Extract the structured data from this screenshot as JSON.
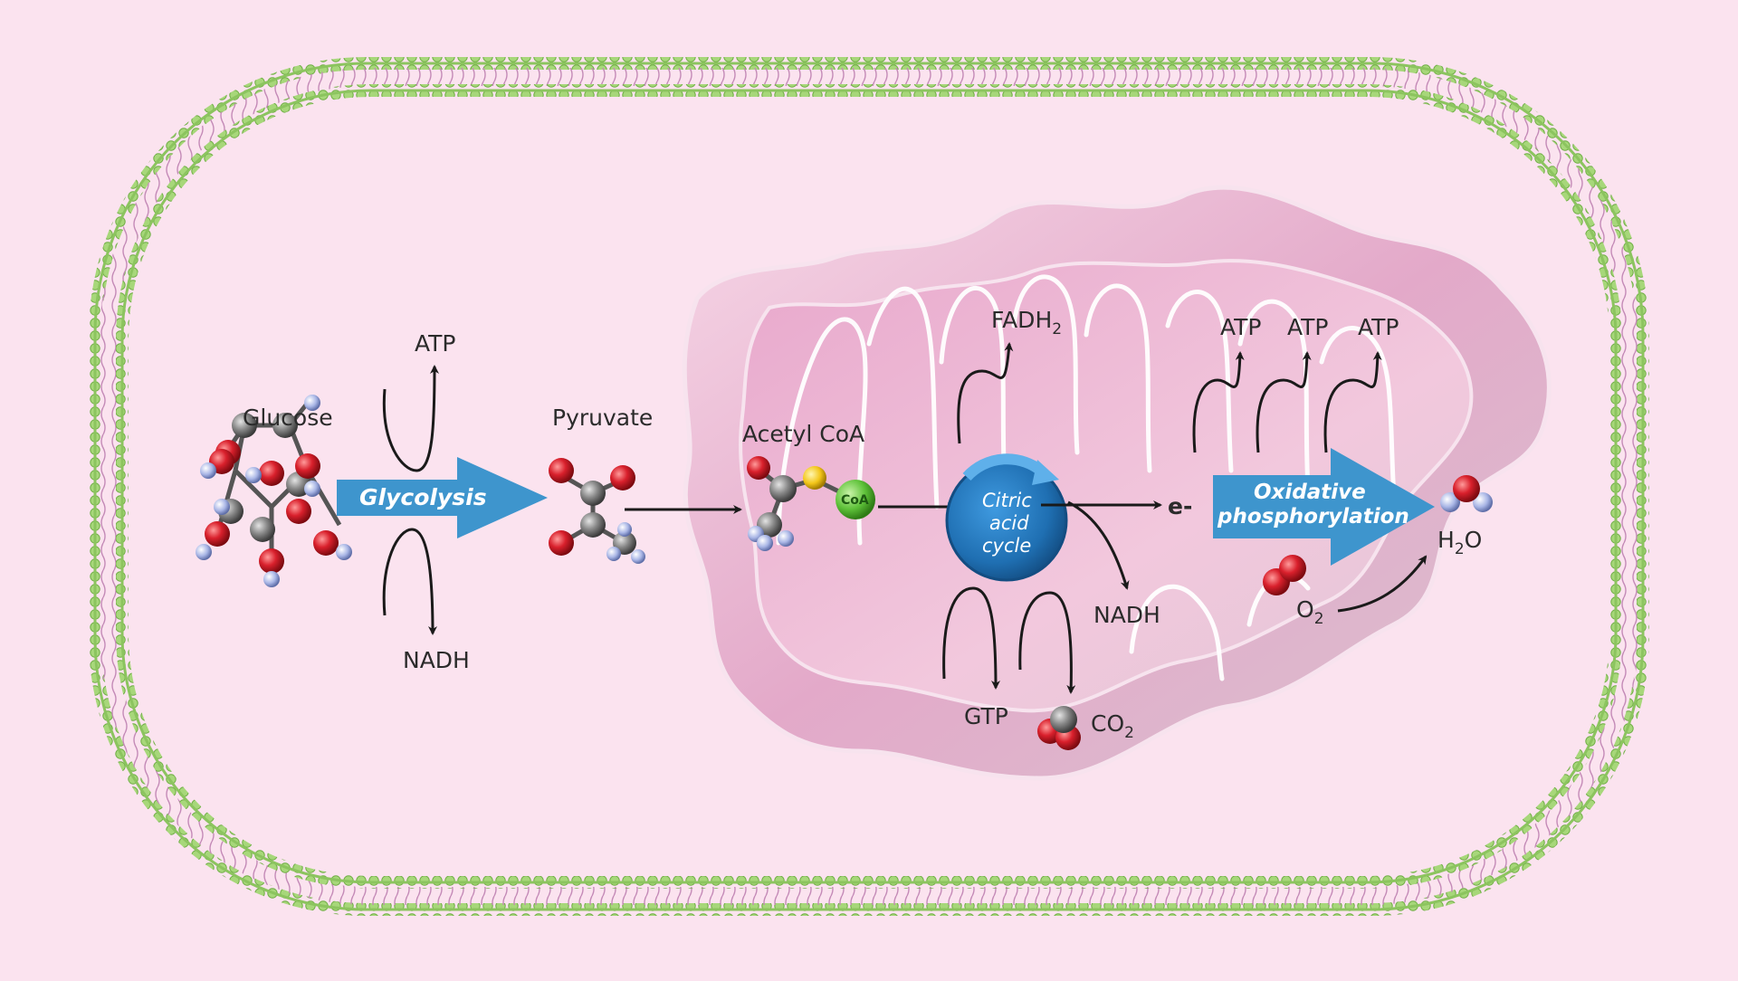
{
  "labels": {
    "glucose": "Glucose",
    "glycolysis": "Glycolysis",
    "atp_glycolysis": "ATP",
    "nadh_glycolysis": "NADH",
    "pyruvate": "Pyruvate",
    "acetyl_coa": "Acetyl CoA",
    "coa": "CoA",
    "fadh2_base": "FADH",
    "fadh2_sub": "2",
    "citric_line1": "Citric",
    "citric_line2": "acid",
    "citric_line3": "cycle",
    "e_minus": "e-",
    "nadh_cycle": "NADH",
    "gtp": "GTP",
    "co2_base": "CO",
    "co2_sub": "2",
    "atp_1": "ATP",
    "atp_2": "ATP",
    "atp_3": "ATP",
    "oxphos_line1": "Oxidative",
    "oxphos_line2": "phosphorylation",
    "o2_base": "O",
    "o2_sub": "2",
    "h2o_h": "H",
    "h2o_sub": "2",
    "h2o_o": "O"
  },
  "colors": {
    "background": "#fbe3ef",
    "membrane_green": "#9ccd6e",
    "membrane_tail": "#c48ab7",
    "mito_outer": "#e2b3cf",
    "mito_inner": "#d493bd",
    "process_arrow": "#3e95cd",
    "cycle_blue": "#1f6fb2",
    "oxygen_red": "#d9202c",
    "carbon_gray": "#8a8a8a",
    "hydrogen_lilac": "#a9b6e6",
    "sulfur_yellow": "#f3c61a",
    "coa_green": "#5fc23a",
    "arrow_black": "#1a1a1a"
  }
}
